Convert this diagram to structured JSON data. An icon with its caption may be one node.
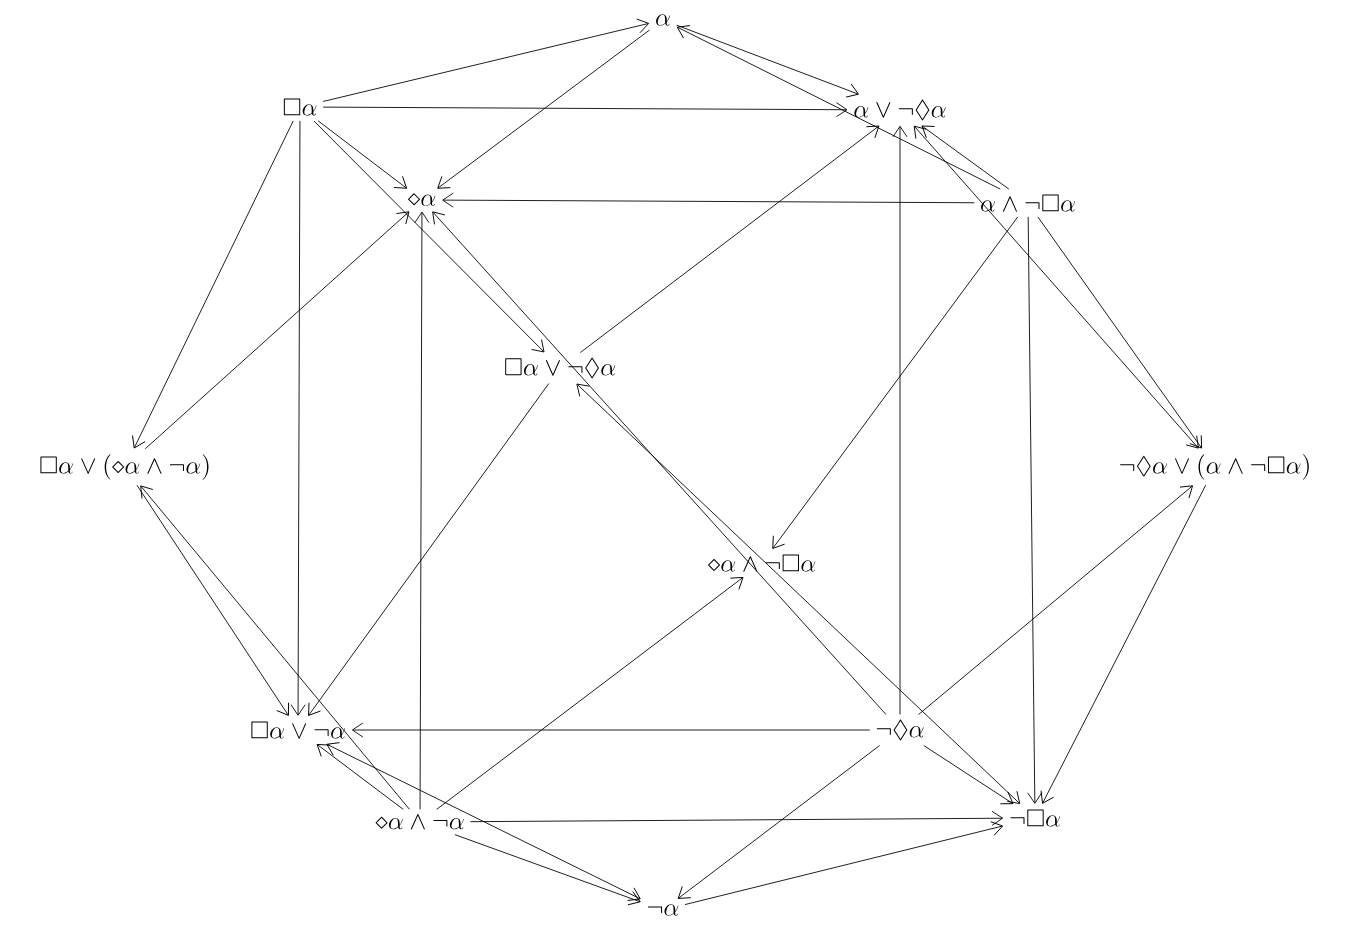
{
  "diagram": {
    "nodes": [
      {
        "text": [
          "\\alpha"
        ]
      },
      {
        "text": [
          "\\Box\\alpha"
        ]
      },
      {
        "text": [
          "\\alpha\\vee\\lnot\\Diamond\\alpha"
        ]
      },
      {
        "text": [
          "\\diamond\\alpha"
        ]
      },
      {
        "text": [
          "\\alpha\\wedge\\lnot\\Box\\alpha"
        ]
      },
      {
        "text": [
          "\\Box\\alpha\\vee\\lnot\\Diamond\\alpha"
        ]
      },
      {
        "text": [
          "\\Box\\alpha\\vee(\\diamond\\alpha\\wedge\\lnot\\alpha)"
        ]
      },
      {
        "text": [
          "\\lnot\\Diamond\\alpha\\vee(\\alpha\\wedge\\lnot\\Box\\alpha)"
        ]
      },
      {
        "text": [
          "\\diamond\\alpha\\wedge\\lnot\\Box\\alpha"
        ]
      },
      {
        "text": [
          "\\Box\\alpha\\vee\\lnot\\alpha"
        ]
      },
      {
        "text": [
          "\\lnot\\Diamond\\alpha"
        ]
      },
      {
        "text": [
          "\\diamond\\alpha\\wedge\\lnot\\alpha"
        ]
      },
      {
        "text": [
          "\\lnot\\Box\\alpha"
        ]
      },
      {
        "text": [
          "\\lnot\\alpha"
        ]
      }
    ],
    "edges": [
      {
        "from": 1,
        "to": 0,
        "arrow": "to"
      },
      {
        "from": 0,
        "to": 2,
        "arrow": "to"
      },
      {
        "from": 4,
        "to": 0,
        "arrow": "to"
      },
      {
        "from": 1,
        "to": 2,
        "arrow": "to"
      },
      {
        "from": 1,
        "to": 3,
        "arrow": "to"
      },
      {
        "from": 0,
        "to": 3,
        "arrow": "to"
      },
      {
        "from": 4,
        "to": 3,
        "arrow": "to"
      },
      {
        "from": 4,
        "to": 2,
        "arrow": "to"
      },
      {
        "from": 7,
        "to": 2,
        "arrow": "both"
      },
      {
        "from": 1,
        "to": 5,
        "arrow": "to"
      },
      {
        "from": 5,
        "to": 2,
        "arrow": "to"
      },
      {
        "from": 5,
        "to": 9,
        "arrow": "to"
      },
      {
        "from": 1,
        "to": 6,
        "arrow": "to"
      },
      {
        "from": 1,
        "to": 9,
        "arrow": "to"
      },
      {
        "from": 6,
        "to": 3,
        "arrow": "to"
      },
      {
        "from": 6,
        "to": 9,
        "arrow": "to"
      },
      {
        "from": 11,
        "to": 6,
        "arrow": "to"
      },
      {
        "from": 11,
        "to": 3,
        "arrow": "to"
      },
      {
        "from": 11,
        "to": 9,
        "arrow": "to"
      },
      {
        "from": 13,
        "to": 9,
        "arrow": "both"
      },
      {
        "from": 11,
        "to": 13,
        "arrow": "to"
      },
      {
        "from": 11,
        "to": 8,
        "arrow": "to"
      },
      {
        "from": 11,
        "to": 12,
        "arrow": "to"
      },
      {
        "from": 4,
        "to": 8,
        "arrow": "to"
      },
      {
        "from": 4,
        "to": 12,
        "arrow": "to"
      },
      {
        "from": 4,
        "to": 7,
        "arrow": "to"
      },
      {
        "from": 10,
        "to": 2,
        "arrow": "to"
      },
      {
        "from": 10,
        "to": 9,
        "arrow": "to"
      },
      {
        "from": 10,
        "to": 7,
        "arrow": "to"
      },
      {
        "from": 10,
        "to": 13,
        "arrow": "to"
      },
      {
        "from": 10,
        "to": 12,
        "arrow": "to"
      },
      {
        "from": 7,
        "to": 12,
        "arrow": "to"
      },
      {
        "from": 13,
        "to": 12,
        "arrow": "to"
      },
      {
        "from": 10,
        "to": 3,
        "arrow": "to"
      },
      {
        "from": 12,
        "to": 5,
        "arrow": "both"
      }
    ]
  }
}
